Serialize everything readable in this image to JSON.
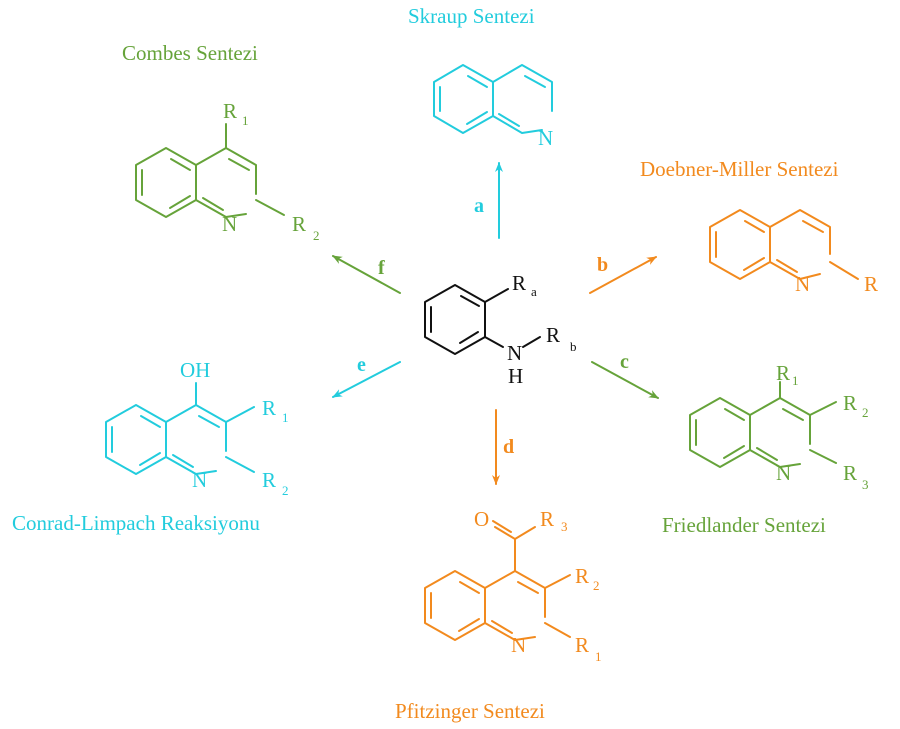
{
  "colors": {
    "cyan": "#22CCDD",
    "green": "#66A33A",
    "orange": "#F28A1E",
    "black": "#111111"
  },
  "center": {
    "atom_N": "N",
    "atom_H": "H",
    "sub_a_main": "R",
    "sub_a_index": "a",
    "sub_b_main": "R",
    "sub_b_index": "b"
  },
  "reactions": {
    "a": {
      "letter": "a",
      "name": "Skraup Sentezi",
      "atoms": {
        "n": "N"
      }
    },
    "b": {
      "letter": "b",
      "name": "Doebner-Miller Sentezi",
      "atoms": {
        "n": "N",
        "r": "R"
      }
    },
    "c": {
      "letter": "c",
      "name": "Friedlander Sentezi",
      "atoms": {
        "n": "N",
        "r1": "R",
        "r1_index": "1",
        "r2": "R",
        "r2_index": "2",
        "r3": "R",
        "r3_index": "3"
      }
    },
    "d": {
      "letter": "d",
      "name": "Pfitzinger Sentezi",
      "atoms": {
        "n": "N",
        "o": "O",
        "r1": "R",
        "r1_index": "1",
        "r2": "R",
        "r2_index": "2",
        "r3": "R",
        "r3_index": "3"
      }
    },
    "e": {
      "letter": "e",
      "name": "Conrad-Limpach Reaksiyonu",
      "atoms": {
        "n": "N",
        "oh": "OH",
        "r1": "R",
        "r1_index": "1",
        "r2": "R",
        "r2_index": "2"
      }
    },
    "f": {
      "letter": "f",
      "name": "Combes Sentezi",
      "atoms": {
        "n": "N",
        "r1": "R",
        "r1_index": "1",
        "r2": "R",
        "r2_index": "2"
      }
    }
  }
}
